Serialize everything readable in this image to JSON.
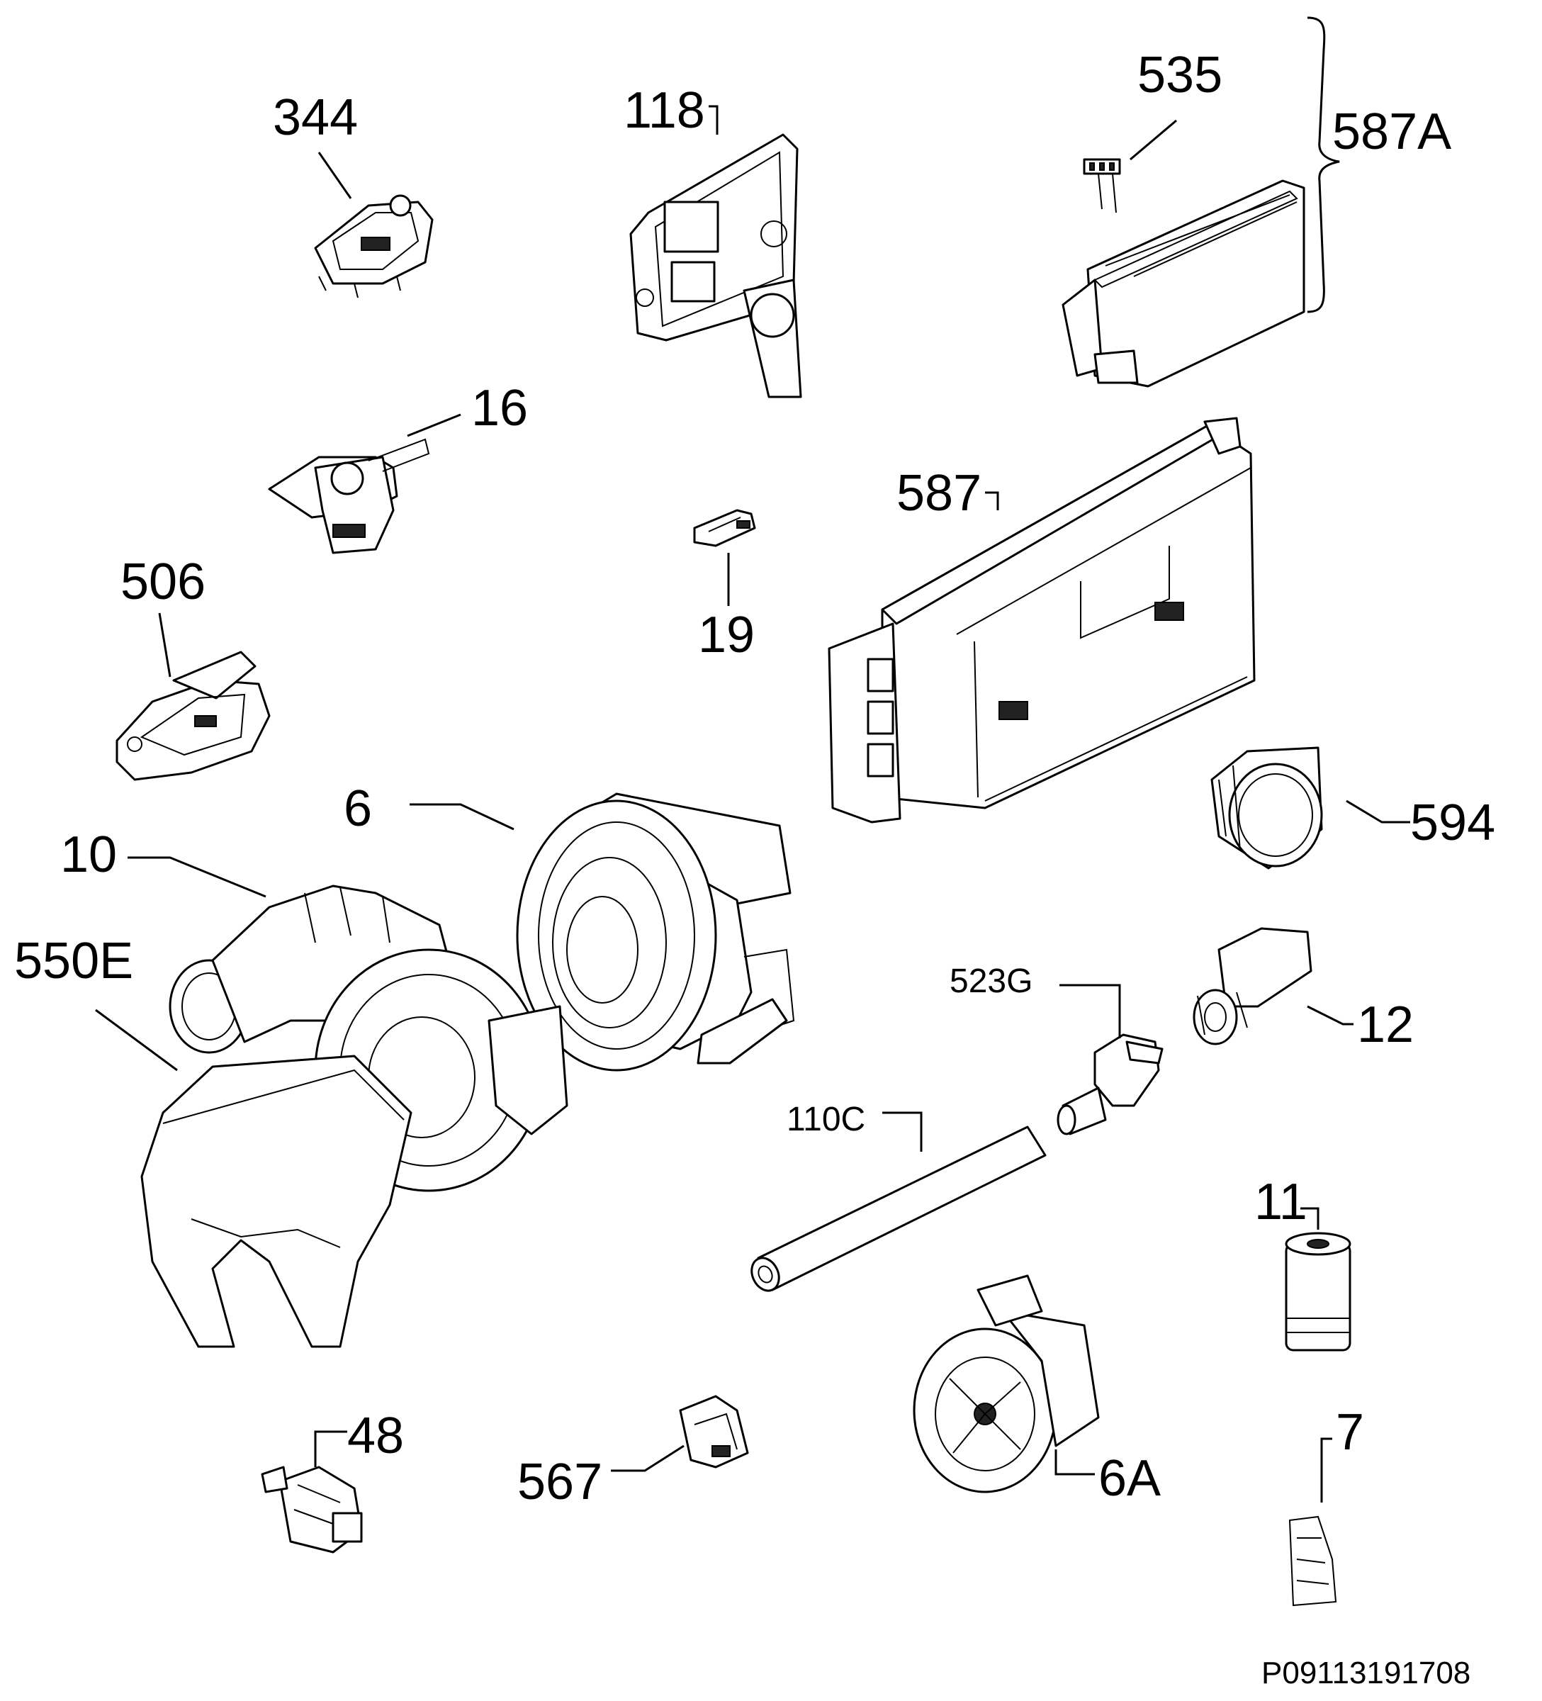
{
  "callouts": {
    "p344": "344",
    "p118": "118",
    "p535": "535",
    "p587A": "587A",
    "p16": "16",
    "p587": "587",
    "p19": "19",
    "p506": "506",
    "p6": "6",
    "p10": "10",
    "p594": "594",
    "p550E": "550E",
    "p523G": "523G",
    "p12": "12",
    "p110C": "110C",
    "p11": "11",
    "p7": "7",
    "p48": "48",
    "p567": "567",
    "p6A": "6A"
  },
  "drawing_ref": "P09113191708"
}
